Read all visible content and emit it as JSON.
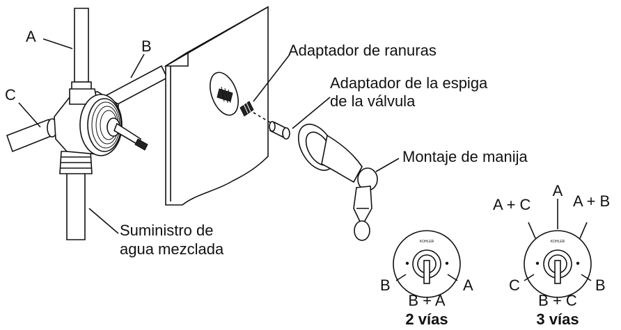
{
  "labels": {
    "pipe_a": "A",
    "pipe_b": "B",
    "pipe_c": "C",
    "supply": [
      "Suministro de",
      "agua mezclada"
    ],
    "spline_adapter": "Adaptador de ranuras",
    "stem_adapter": [
      "Adaptador de la espiga",
      "de la válvula"
    ],
    "handle_assembly": "Montaje de manija"
  },
  "two_way": {
    "left": "B",
    "right": "A",
    "bottom": "B + A",
    "caption": "2 vías"
  },
  "three_way": {
    "top": "A",
    "top_left": "A + C",
    "top_right": "A + B",
    "left": "C",
    "right": "B",
    "bottom": "B + C",
    "caption": "3 vías"
  },
  "brand_mark": "KOHLER"
}
